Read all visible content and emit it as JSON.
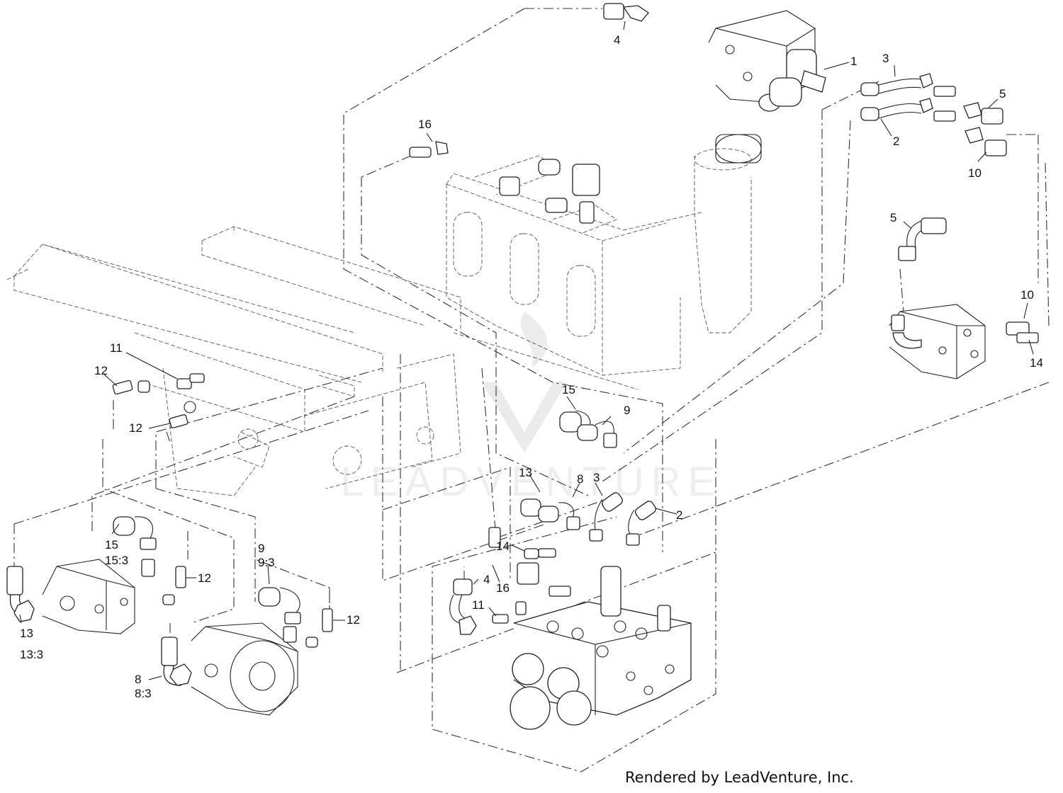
{
  "diagram": {
    "watermark": "LEADVENTURE",
    "footer": "Rendered by LeadVenture, Inc.",
    "callouts": [
      "1",
      "2",
      "2",
      "3",
      "3",
      "4",
      "4",
      "5",
      "5",
      "8",
      "8:3",
      "8",
      "9",
      "9",
      "9:3",
      "10",
      "10",
      "11",
      "11",
      "12",
      "12",
      "12",
      "12",
      "13",
      "13",
      "13:3",
      "14",
      "14",
      "15",
      "15",
      "15:3",
      "16",
      "16"
    ]
  }
}
